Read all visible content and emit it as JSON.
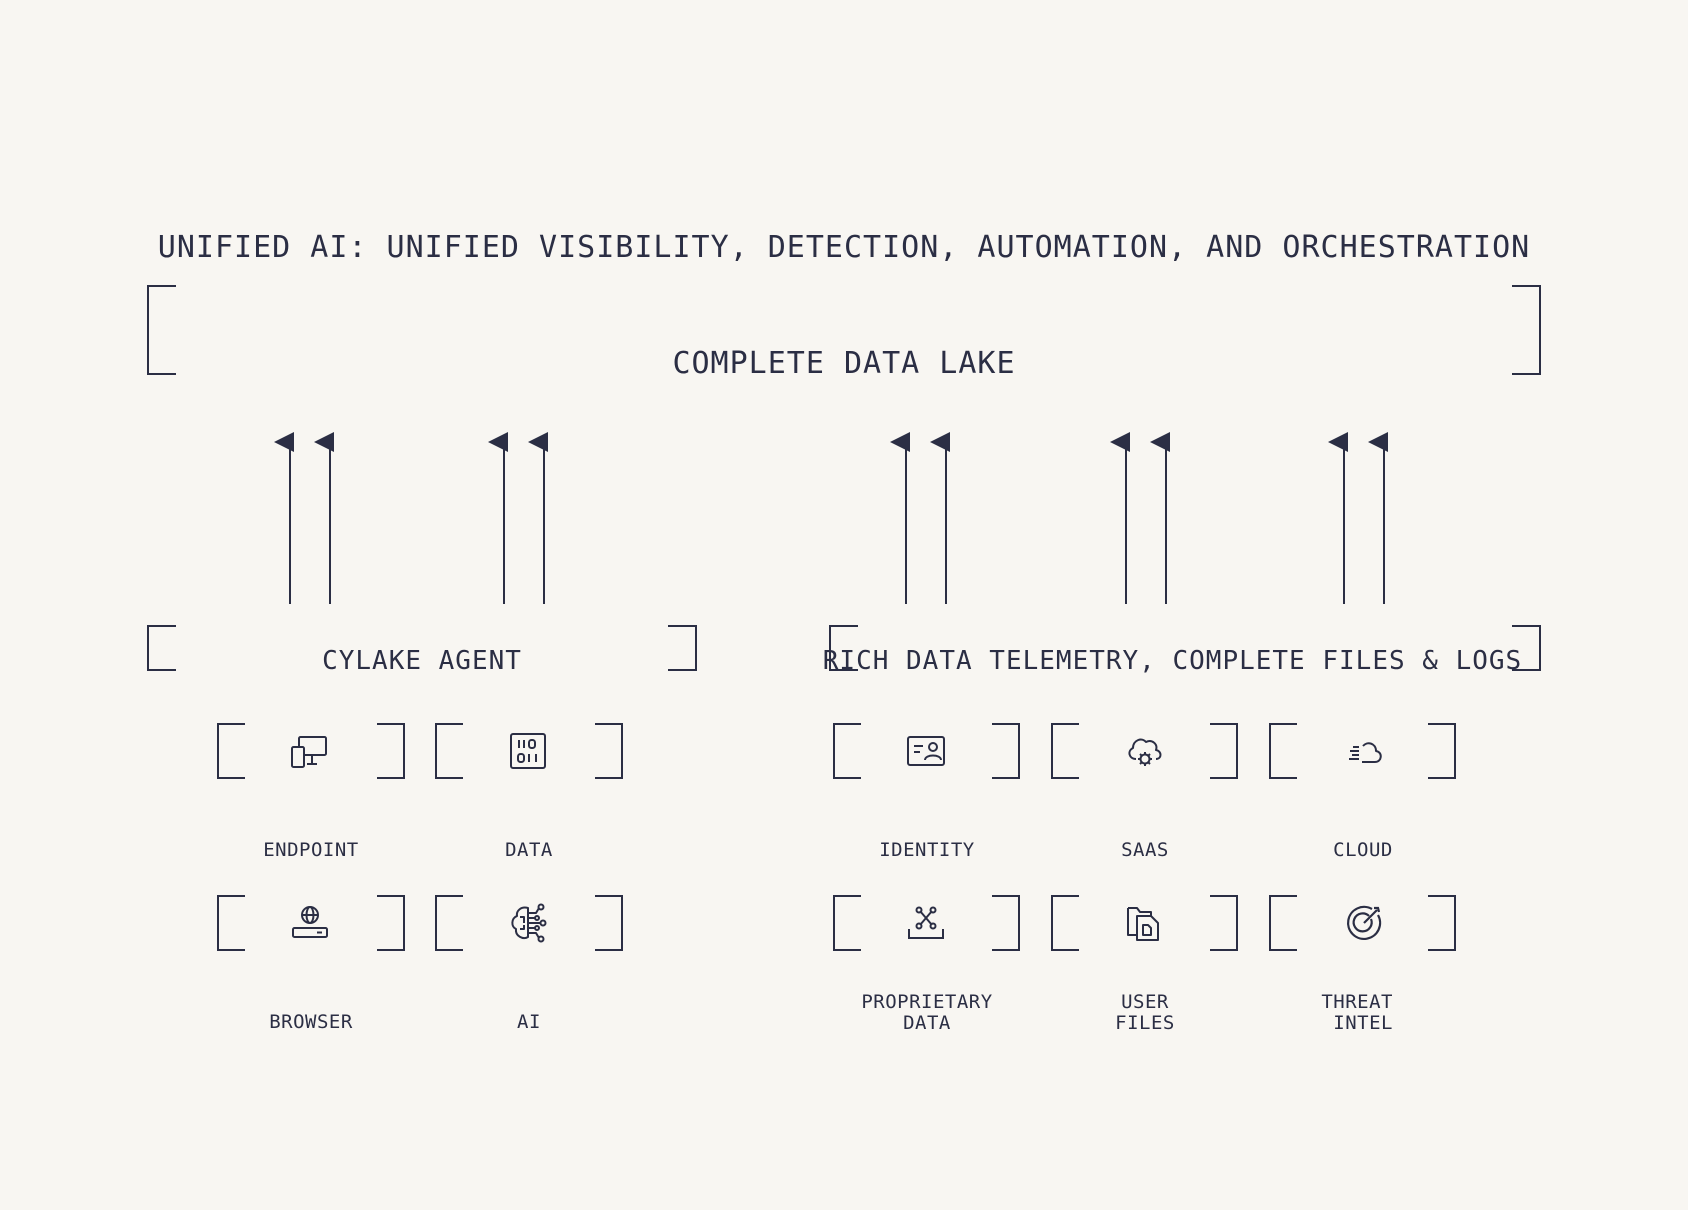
{
  "diagram": {
    "title": "UNIFIED AI: UNIFIED VISIBILITY, DETECTION, AUTOMATION, AND ORCHESTRATION",
    "data_lake": "COMPLETE DATA LAKE",
    "left_section": {
      "title": "CYLAKE AGENT",
      "items": [
        {
          "label": "ENDPOINT",
          "icon": "endpoint-icon"
        },
        {
          "label": "DATA",
          "icon": "data-binary-icon"
        },
        {
          "label": "BROWSER",
          "icon": "browser-icon"
        },
        {
          "label": "AI",
          "icon": "ai-brain-icon"
        }
      ]
    },
    "right_section": {
      "title": "RICH DATA TELEMETRY, COMPLETE FILES & LOGS",
      "items": [
        {
          "label": "IDENTITY",
          "icon": "identity-card-icon"
        },
        {
          "label": "SAAS",
          "icon": "saas-cloud-gear-icon"
        },
        {
          "label": "CLOUD",
          "icon": "cloud-icon"
        },
        {
          "label_line1": "PROPRIETARY",
          "label_line2": "DATA",
          "icon": "proprietary-data-icon"
        },
        {
          "label_line1": "USER",
          "label_line2": "FILES",
          "icon": "user-files-icon"
        },
        {
          "label_line1": "THREAT",
          "label_line2": "INTEL",
          "icon": "threat-intel-target-icon"
        }
      ]
    },
    "colors": {
      "background": "#f8f6f2",
      "ink": "#2b2e44"
    }
  }
}
